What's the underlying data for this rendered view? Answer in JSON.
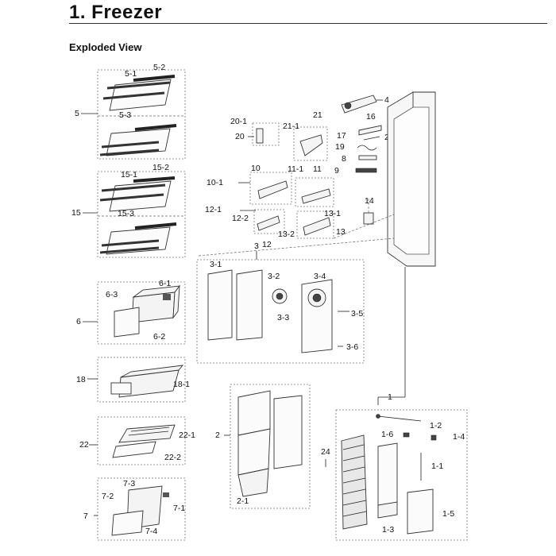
{
  "page": {
    "title": "1.  Freezer",
    "subtitle": "Exploded View"
  },
  "callouts": {
    "c5": "5",
    "c5_1": "5-1",
    "c5_2": "5-2",
    "c5_3": "5-3",
    "c15": "15",
    "c15_1": "15-1",
    "c15_2": "15-2",
    "c15_3": "15-3",
    "c6": "6",
    "c6_1": "6-1",
    "c6_2": "6-2",
    "c6_3": "6-3",
    "c18": "18",
    "c18_1": "18-1",
    "c22": "22",
    "c22_1": "22-1",
    "c22_2": "22-2",
    "c7": "7",
    "c7_1": "7-1",
    "c7_2": "7-2",
    "c7_3": "7-3",
    "c7_4": "7-4",
    "c2": "2",
    "c2_1": "2-1",
    "c3": "3",
    "c3_1": "3-1",
    "c3_2": "3-2",
    "c3_3": "3-3",
    "c3_4": "3-4",
    "c3_5": "3-5",
    "c3_6": "3-6",
    "c20": "20",
    "c20_1": "20-1",
    "c21": "21",
    "c21_1": "21-1",
    "c10": "10",
    "c10_1": "10-1",
    "c11": "11",
    "c11_1": "11-1",
    "c12": "12",
    "c12_1": "12-1",
    "c12_2": "12-2",
    "c13": "13",
    "c13_1": "13-1",
    "c13_2": "13-2",
    "c4": "4",
    "c16": "16",
    "c17": "17",
    "c23": "23",
    "c19": "19",
    "c8": "8",
    "c9": "9",
    "c14": "14",
    "c1": "1",
    "c1_1": "1-1",
    "c1_2": "1-2",
    "c1_3": "1-3",
    "c1_4": "1-4",
    "c1_5": "1-5",
    "c1_6": "1-6",
    "c24": "24"
  }
}
